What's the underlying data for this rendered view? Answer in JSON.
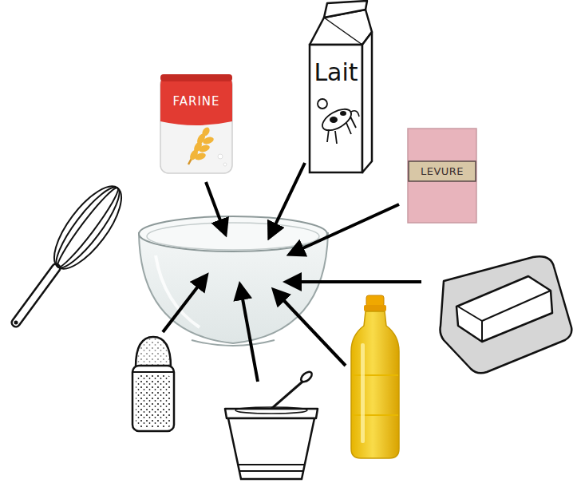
{
  "diagram": {
    "nodes": [
      {
        "text": [
          "FARINE"
        ]
      },
      {
        "text": [
          "Lait"
        ]
      },
      {
        "text": [
          "LEVURE"
        ]
      }
    ]
  }
}
